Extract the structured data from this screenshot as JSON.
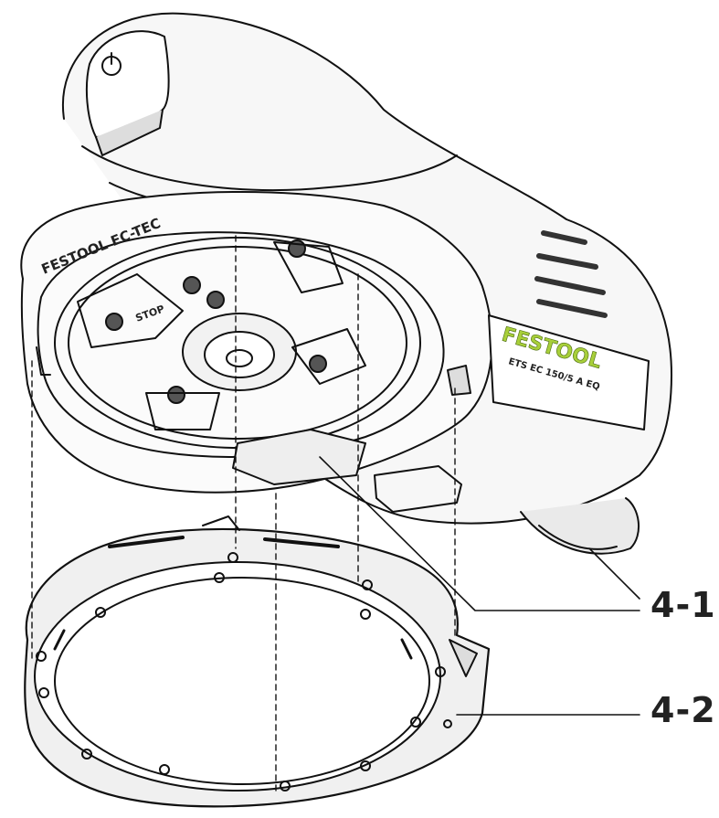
{
  "labels": {
    "part_4_1": "4-1",
    "part_4_2": "4-2"
  },
  "tool_branding": {
    "brand": "FESTOOL",
    "ring_text": "FESTOOL EC-TEC",
    "model": "ETS EC 150/5 A EQ",
    "lock_text": "STOP",
    "brand_color": "#a8cf3a"
  },
  "icons": [
    "power-icon"
  ]
}
